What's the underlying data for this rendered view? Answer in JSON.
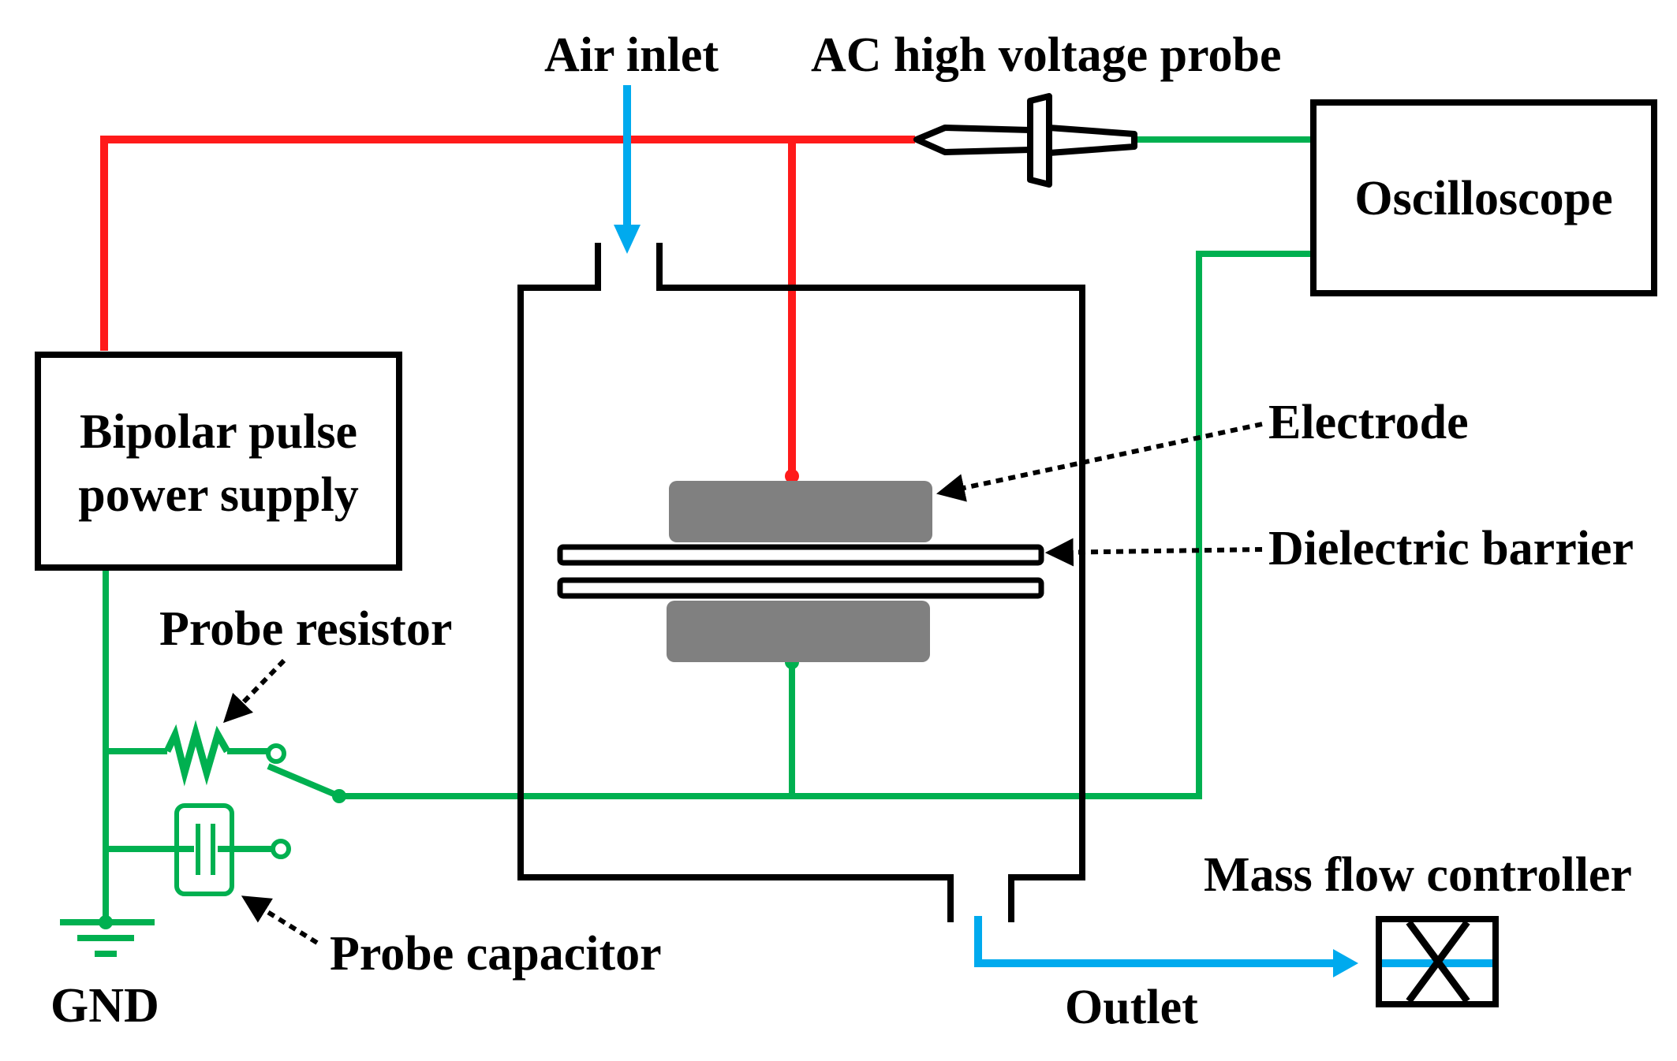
{
  "colors": {
    "hv": "#ff1a1a",
    "ground": "#00b050",
    "gas": "#00aaee",
    "electrode": "#808080",
    "outline": "#000000"
  },
  "labels": {
    "air_inlet": "Air inlet",
    "hv_probe": "AC high voltage probe",
    "oscilloscope": "Oscilloscope",
    "power_supply_line1": "Bipolar pulse",
    "power_supply_line2": "power supply",
    "electrode": "Electrode",
    "dielectric_barrier": "Dielectric barrier",
    "probe_resistor": "Probe resistor",
    "probe_capacitor": "Probe capacitor",
    "gnd": "GND",
    "mass_flow_controller": "Mass flow controller",
    "outlet": "Outlet"
  }
}
